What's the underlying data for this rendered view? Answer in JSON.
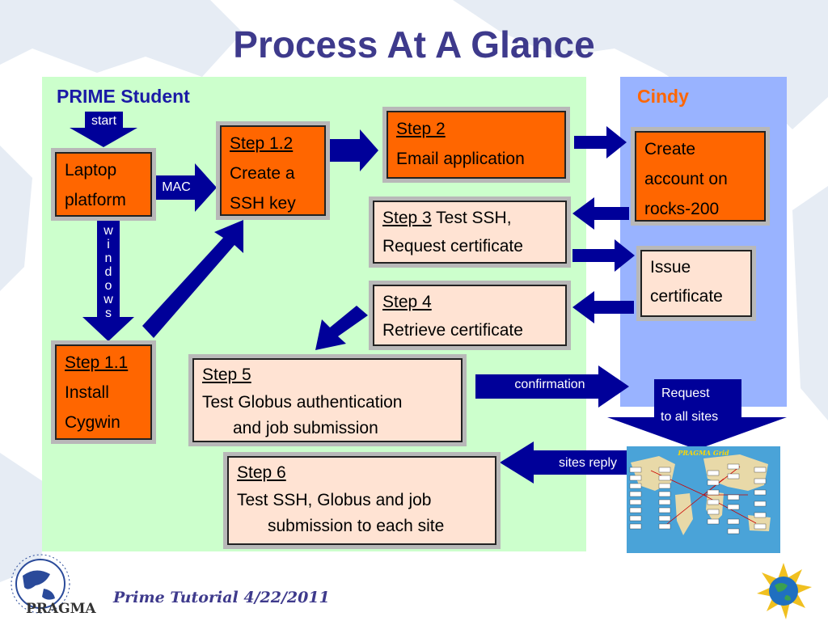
{
  "slide": {
    "title": "Process At A Glance",
    "footer": "Prime Tutorial  4/22/2011",
    "logo_text": "PRAGMA"
  },
  "colors": {
    "title": "#3e3a8c",
    "student_panel": "#ccffcc",
    "cindy_panel": "#99b3ff",
    "orange_box": "#ff6600",
    "peach_box": "#ffe3d3",
    "arrow": "#000099"
  },
  "panels": {
    "student": "PRIME Student",
    "cindy": "Cindy"
  },
  "boxes": {
    "laptop": {
      "line1": "Laptop",
      "line2": "platform"
    },
    "step1_2": {
      "label": "Step 1.2",
      "line1": "Create a",
      "line2": "SSH key"
    },
    "step1_1": {
      "label": "Step 1.1",
      "line1": "Install",
      "line2": "Cygwin"
    },
    "step2": {
      "label": "Step 2",
      "line1": "Email application"
    },
    "step3": {
      "label": "Step 3",
      "line1": " Test SSH,",
      "line2": "Request certificate"
    },
    "step4": {
      "label": "Step 4",
      "line1": "Retrieve certificate"
    },
    "step5": {
      "label": "Step 5",
      "line1": "Test Globus authentication",
      "line2": "and job submission"
    },
    "step6": {
      "label": "Step 6",
      "line1": "Test SSH, Globus and job",
      "line2": "submission to each site"
    },
    "create_account": {
      "line1": "Create",
      "line2": "account on",
      "line3": "rocks-200"
    },
    "issue_cert": {
      "line1": "Issue",
      "line2": "certificate"
    }
  },
  "arrow_labels": {
    "start": "start",
    "mac": "MAC",
    "windows": [
      "w",
      "i",
      "n",
      "d",
      "o",
      "w",
      "s"
    ],
    "confirmation": "confirmation",
    "request_line1": "Request",
    "request_line2": "to all sites",
    "sites_reply": "sites reply"
  },
  "map_inset": {
    "title": "PRAGMA Grid"
  }
}
